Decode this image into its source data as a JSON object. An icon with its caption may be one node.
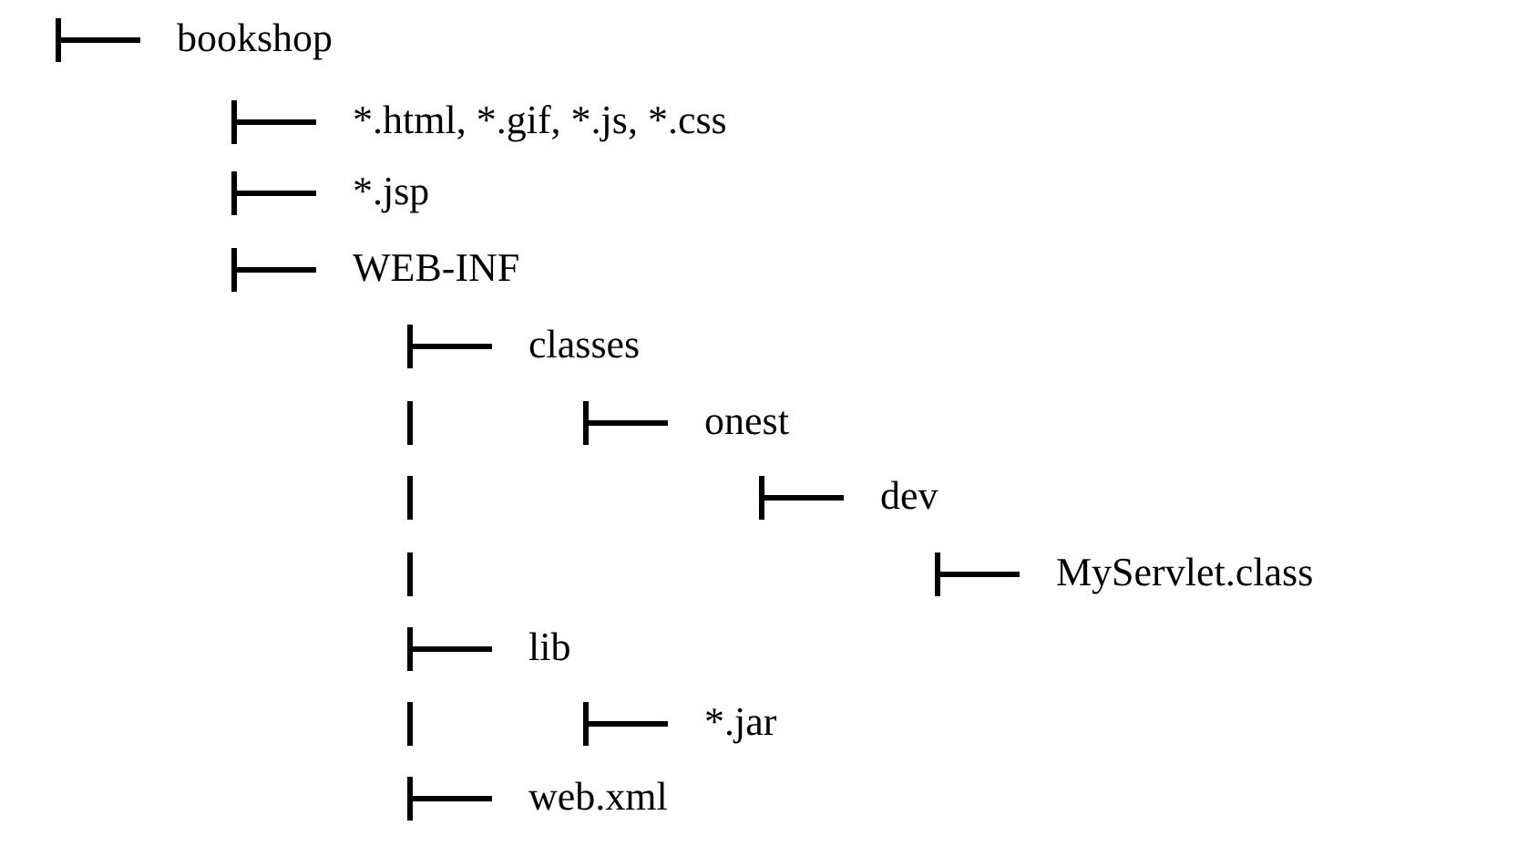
{
  "diagram": {
    "labels": [
      "bookshop",
      "*.html, *.gif, *.js, *.css",
      "*.jsp",
      "WEB-INF",
      "classes",
      "onest",
      "dev",
      "MyServlet.class",
      "lib",
      "*.jar",
      "web.xml"
    ]
  }
}
